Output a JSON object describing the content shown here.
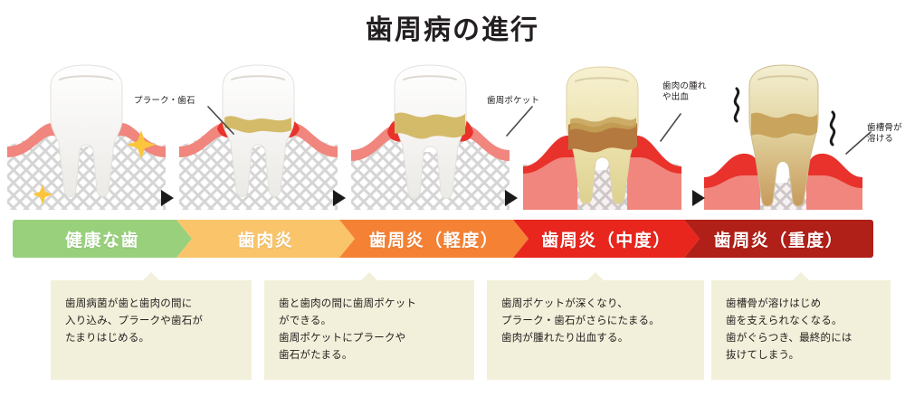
{
  "title": "歯周病の進行",
  "stages": [
    {
      "key": "healthy",
      "banner_label": "健康な歯",
      "banner_color": "#99d07c"
    },
    {
      "key": "gingivitis",
      "banner_label": "歯肉炎",
      "banner_color": "#fac46a"
    },
    {
      "key": "periodontitis-mild",
      "banner_label": "歯周炎（軽度）",
      "banner_color": "#f58234"
    },
    {
      "key": "periodontitis-moderate",
      "banner_label": "歯周炎（中度）",
      "banner_color": "#e8261d"
    },
    {
      "key": "periodontitis-severe",
      "banner_label": "歯周炎（重度）",
      "banner_color": "#b01f18"
    }
  ],
  "callouts": [
    {
      "key": "plaque-tartar",
      "text": "プラーク・歯石"
    },
    {
      "key": "perio-pocket",
      "text": "歯周ポケット"
    },
    {
      "key": "gum-swelling",
      "text": "歯肉の腫れ\nや出血"
    },
    {
      "key": "bone-melting",
      "text": "歯槽骨が\n溶ける"
    }
  ],
  "descriptions": [
    {
      "key": "desc-gingivitis",
      "text": "歯周病菌が歯と歯肉の間に\n入り込み、プラークや歯石が\nたまりはじめる。"
    },
    {
      "key": "desc-mild",
      "text": "歯と歯肉の間に歯周ポケット\nができる。\n歯周ポケットにプラークや\n歯石がたまる。"
    },
    {
      "key": "desc-moderate",
      "text": "歯周ポケットが深くなり、\nプラーク・歯石がさらにたまる。\n歯肉が腫れたり出血する。"
    },
    {
      "key": "desc-severe",
      "text": "歯槽骨が溶けはじめ\n歯を支えられなくなる。\n歯がぐらつき、最終的には\n抜けてしまう。"
    }
  ],
  "colors": {
    "tooth_white": "#fbfbfa",
    "tooth_yellow": "#f0e4b6",
    "gum_pink": "#f0867d",
    "gum_red": "#e8322b",
    "bone_gray": "#d8d8d8",
    "tartar_tan": "#d4bb6a",
    "tartar_brown": "#b4793f",
    "sparkle_yellow": "#fbc63c",
    "box_cream": "#f2f0da"
  }
}
